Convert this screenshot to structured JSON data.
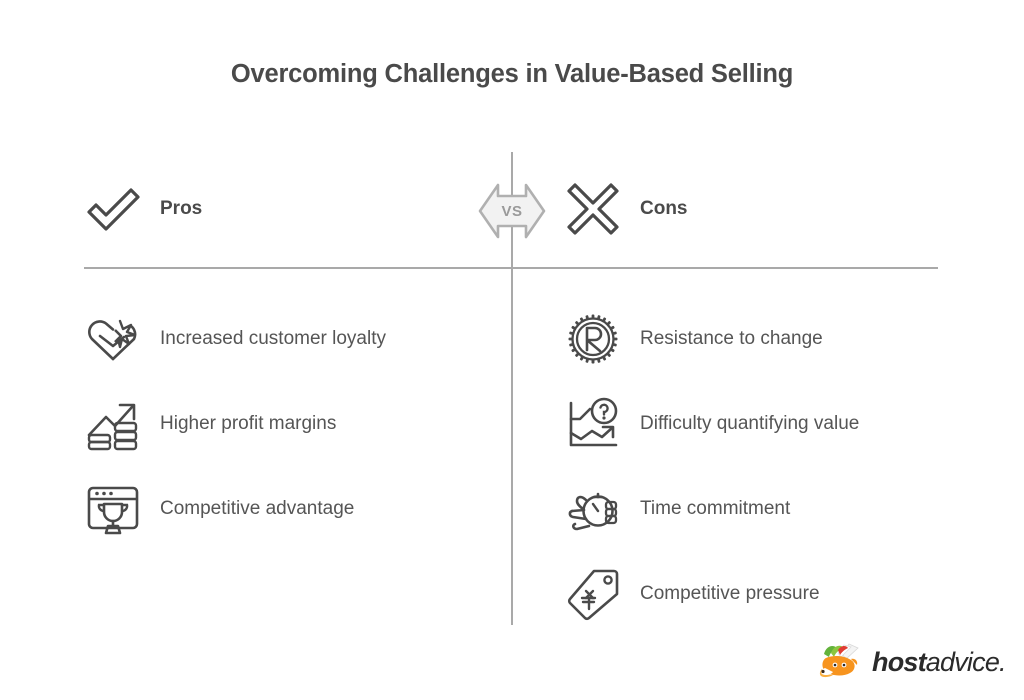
{
  "title": "Overcoming Challenges in Value-Based Selling",
  "center_badge": {
    "label": "VS",
    "name": "vs-badge",
    "fill": "#f2f2f2",
    "stroke": "#b0b0b0"
  },
  "dividers": {
    "vertical_color": "#a9a9a9",
    "horizontal_color": "#a9a9a9"
  },
  "colors": {
    "title": "#4a4a4a",
    "label": "#555555",
    "icon_stroke": "#4a4a4a",
    "background": "#ffffff"
  },
  "columns": {
    "pros": {
      "header_label": "Pros",
      "header_icon": "checkmark-icon",
      "items": [
        {
          "label": "Increased customer loyalty",
          "icon": "heart-gift-icon"
        },
        {
          "label": "Higher profit margins",
          "icon": "growth-coins-icon"
        },
        {
          "label": "Competitive advantage",
          "icon": "browser-trophy-icon"
        }
      ]
    },
    "cons": {
      "header_label": "Cons",
      "header_icon": "cross-icon",
      "items": [
        {
          "label": "Resistance to change",
          "icon": "gear-r-icon"
        },
        {
          "label": "Difficulty quantifying value",
          "icon": "chart-question-icon"
        },
        {
          "label": "Time commitment",
          "icon": "hand-stopwatch-icon"
        },
        {
          "label": "Competitive pressure",
          "icon": "price-tag-icon"
        }
      ]
    }
  },
  "logo": {
    "brand_bold": "host",
    "brand_light": "advice.",
    "mark": "fox-mascot-icon"
  }
}
